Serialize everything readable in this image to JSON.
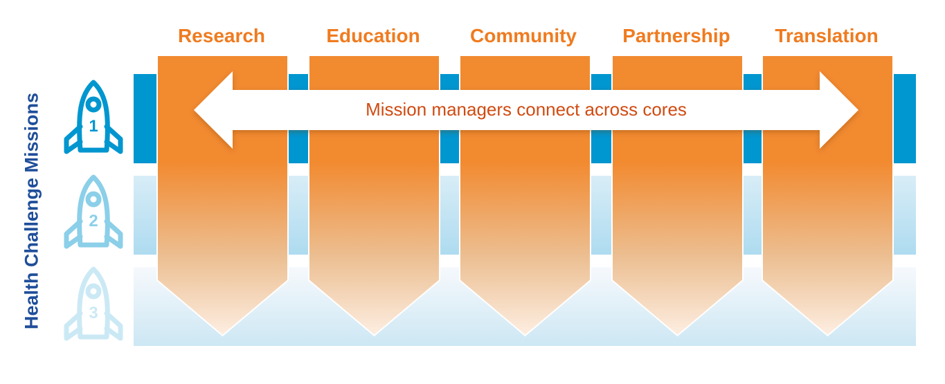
{
  "vertical_title": "Health Challenge Missions",
  "missions": [
    {
      "number": "1",
      "icon": "rocket-icon"
    },
    {
      "number": "2",
      "icon": "rocket-icon"
    },
    {
      "number": "3",
      "icon": "rocket-icon"
    }
  ],
  "cores": [
    {
      "label": "Research"
    },
    {
      "label": "Education"
    },
    {
      "label": "Community"
    },
    {
      "label": "Partnership"
    },
    {
      "label": "Translation"
    }
  ],
  "arrow_text": "Mission managers connect across cores",
  "colors": {
    "core_orange": "#f28a30",
    "mission_blue": "#0096cf",
    "title_blue": "#1f4e9a",
    "arrow_text": "#d04b12"
  }
}
